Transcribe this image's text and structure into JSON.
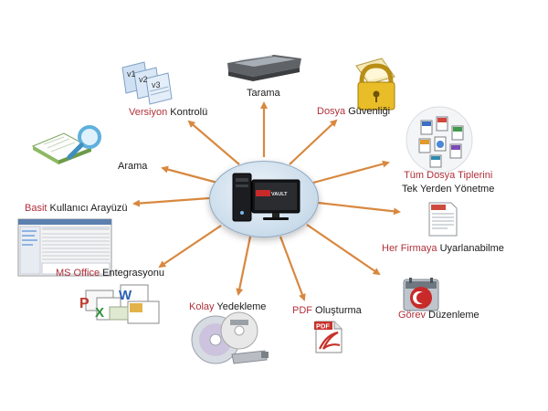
{
  "center": {
    "logo_text": "VAULT"
  },
  "nodes": {
    "tarama": {
      "label": "Tarama"
    },
    "versiyon": {
      "highlight": "Versiyon",
      "rest": " Kontrolü",
      "icon_texts": [
        "v1",
        "v2",
        "v3"
      ]
    },
    "dosya_guvenligi": {
      "highlight": "Dosya",
      "rest": " Güvenliği"
    },
    "arama": {
      "label": "Arama"
    },
    "tum_dosya": {
      "highlight": "Tüm Dosya Tiplerini",
      "line2": "Tek Yerden Yönetme"
    },
    "basit": {
      "highlight": "Basit",
      "rest": " Kullanıcı Arayüzü"
    },
    "her_firmaya": {
      "highlight": "Her Firmaya",
      "rest": " Uyarlanabilme"
    },
    "ms_office": {
      "highlight": "MS Office",
      "rest": " Entegrasyonu"
    },
    "kolay": {
      "highlight": "Kolay",
      "rest": " Yedekleme"
    },
    "pdf": {
      "highlight": "PDF",
      "rest": " Oluşturma",
      "icon_text": "PDF"
    },
    "gorev": {
      "highlight": "Görev",
      "rest": " Düzenleme"
    }
  },
  "colors": {
    "arrow": "#d8883f",
    "highlight": "#b0303a",
    "text": "#1a1a1a"
  }
}
